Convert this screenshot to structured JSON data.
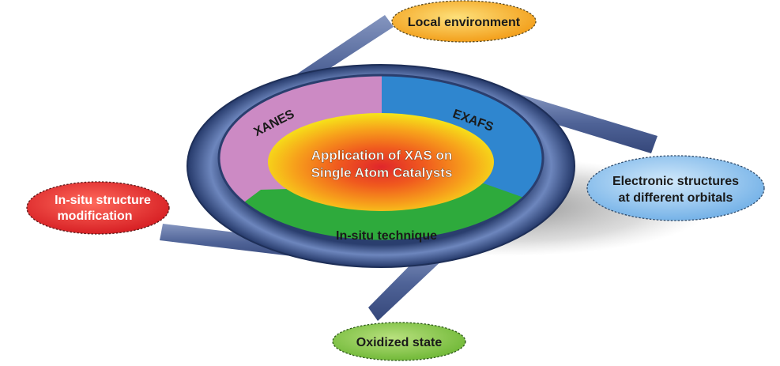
{
  "center": {
    "line1": "Application of XAS on",
    "line2": "Single Atom Catalysts"
  },
  "segments": {
    "xanes": "XANES",
    "exafs": "EXAFS",
    "insitu": "In-situ technique"
  },
  "bubbles": {
    "local_environment": "Local environment",
    "electronic_line1": "Electronic structures",
    "electronic_line2": "at different orbitals",
    "insitu_line1": "In-situ structure",
    "insitu_line2": "modification",
    "oxidized_state": "Oxidized state"
  },
  "colors": {
    "xanes": "#cc8ac4",
    "exafs": "#2f86cf",
    "insitu": "#2eaa3c",
    "ring": "#3b5387",
    "rod": "#5a6f9e",
    "local_environment": "#f6a41e",
    "electronic": "#8cc0ea",
    "insitu_bubble": "#e6252a",
    "oxidized_state": "#7cc143"
  }
}
